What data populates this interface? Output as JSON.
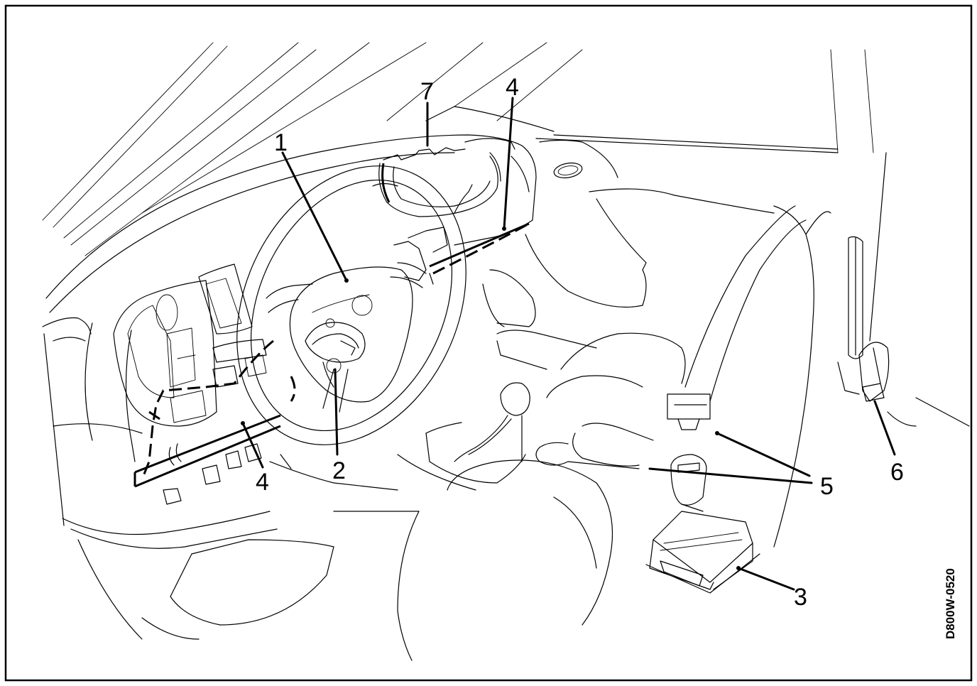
{
  "figure": {
    "reference_code": "D800W-0520",
    "callouts": [
      {
        "id": "1",
        "label": "1"
      },
      {
        "id": "2",
        "label": "2"
      },
      {
        "id": "3",
        "label": "3"
      },
      {
        "id": "4a",
        "label": "4"
      },
      {
        "id": "4b",
        "label": "4"
      },
      {
        "id": "5",
        "label": "5"
      },
      {
        "id": "6",
        "label": "6"
      },
      {
        "id": "7",
        "label": "7"
      }
    ]
  }
}
